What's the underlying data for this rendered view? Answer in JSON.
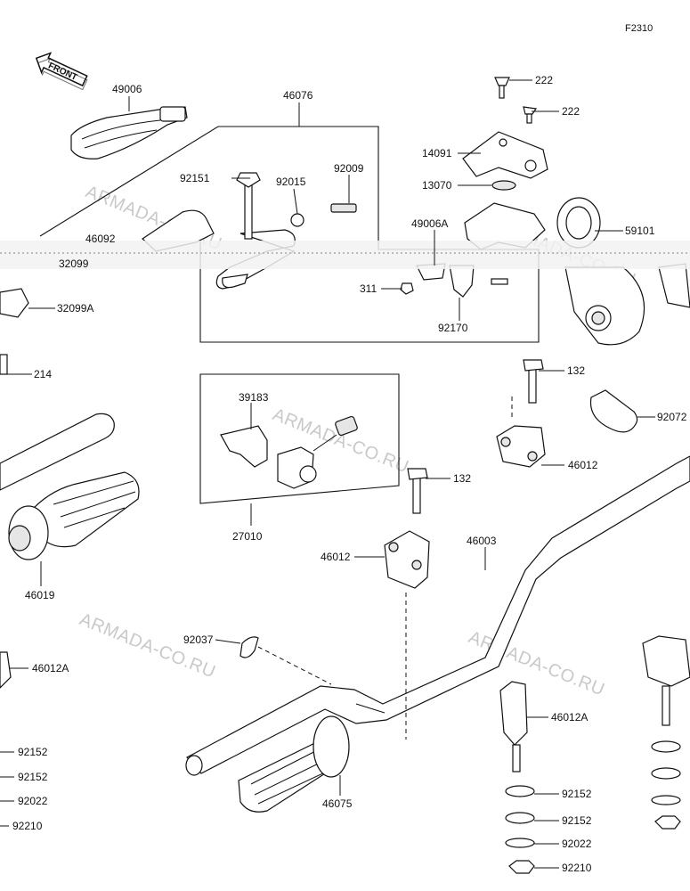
{
  "diagram": {
    "code": "F2310",
    "front_label": "FRONT",
    "watermark": "ARMADA-CO.RU",
    "parts": {
      "p49006": "49006",
      "p46076": "46076",
      "p92151": "92151",
      "p92015": "92015",
      "p92009": "92009",
      "p46092": "46092",
      "p32099": "32099",
      "p32099A": "32099A",
      "p214": "214",
      "p222a": "222",
      "p222b": "222",
      "p14091": "14091",
      "p13070": "13070",
      "p49006A": "49006A",
      "p59101": "59101",
      "p311": "311",
      "p92170": "92170",
      "p132a": "132",
      "p92072": "92072",
      "p46012a": "46012",
      "p39183": "39183",
      "p27010": "27010",
      "p132b": "132",
      "p46012b": "46012",
      "p46003": "46003",
      "p46019": "46019",
      "p46012Aa": "46012A",
      "p92037": "92037",
      "p46012Ab": "46012A",
      "p92152a": "92152",
      "p92152b": "92152",
      "p92022a": "92022",
      "p92210a": "92210",
      "p46075": "46075",
      "p92152c": "92152",
      "p92152d": "92152",
      "p92022b": "92022",
      "p92210b": "92210"
    }
  }
}
